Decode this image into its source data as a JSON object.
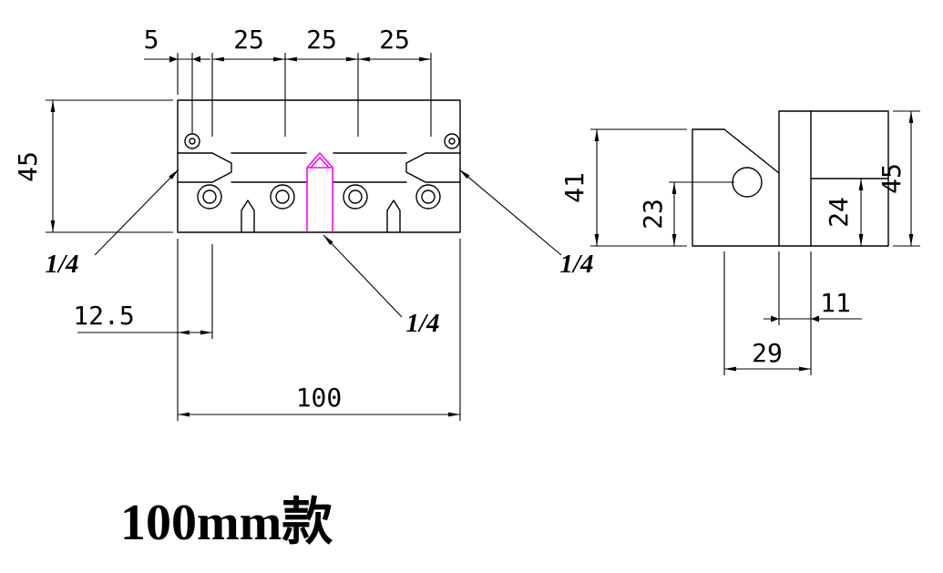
{
  "title": {
    "label": "100mm款"
  },
  "colors": {
    "line": "#000000",
    "highlight": "#FF00FF",
    "background": "#FFFFFF"
  },
  "front_view": {
    "dims": {
      "hole_offset": "5",
      "hole_pitch_1": "25",
      "hole_pitch_2": "25",
      "hole_pitch_3": "25",
      "plate_height": "45",
      "edge_to_first_hole": "12.5",
      "overall_width": "100",
      "thread_left": "1/4",
      "thread_center": "1/4",
      "thread_right": "1/4"
    }
  },
  "side_view": {
    "dims": {
      "left_height": "41",
      "hole_center_height": "23",
      "overall_height": "45",
      "step_height": "24",
      "blade_thickness": "11",
      "base_width": "29"
    }
  }
}
